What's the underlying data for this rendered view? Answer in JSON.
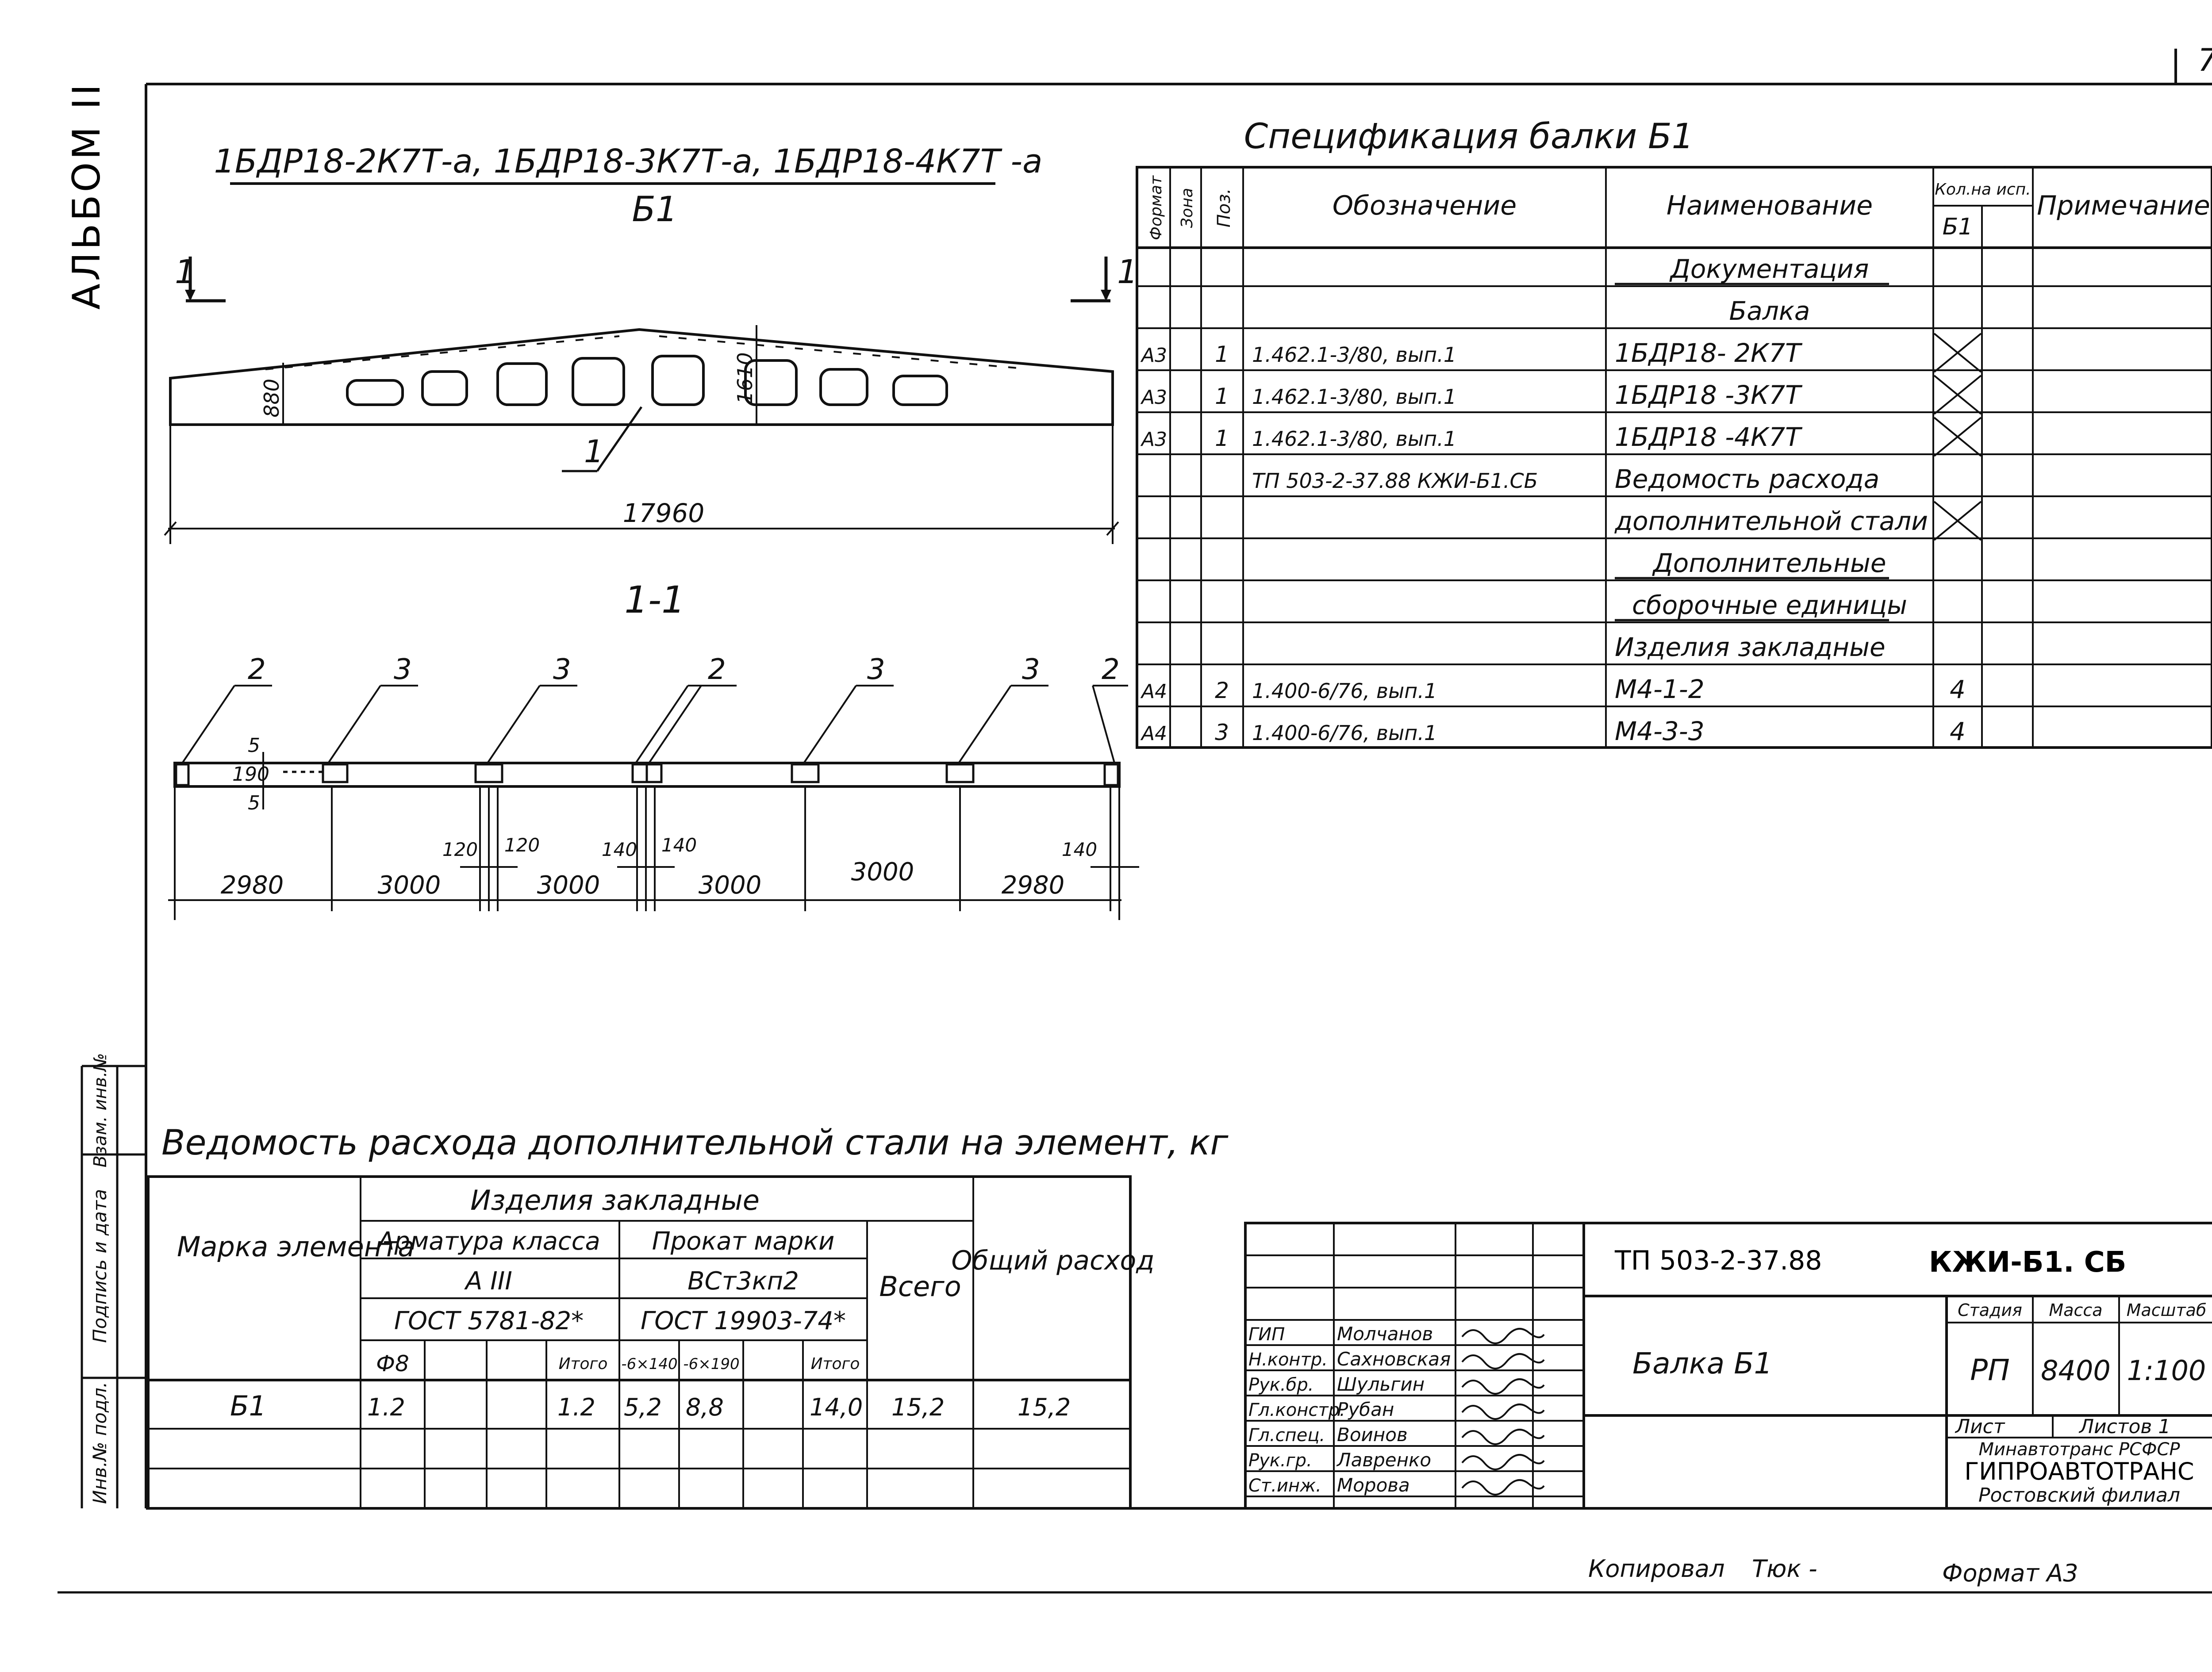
{
  "page_number": "7",
  "album": "АЛЬБОМ II",
  "header": {
    "marks": "1БДР18-2К7Т-а, 1БДР18-3К7Т-а, 1БДР18-4К7Т -а",
    "beam": "Б1"
  },
  "drawing": {
    "section_mark": "1",
    "section_title": "1-1",
    "total_length": "17960",
    "height_end": "880",
    "height_mid": "1610",
    "callout_1": "1",
    "pos_labels": [
      "2",
      "3",
      "3",
      "2",
      "3",
      "3",
      "2"
    ],
    "dim_190": "190",
    "dim_5a": "5",
    "dim_5b": "5",
    "spans": [
      "2980",
      "3000",
      "3000",
      "3000",
      "3000",
      "2980"
    ],
    "small_dims": [
      "120",
      "120",
      "140",
      "140",
      "140"
    ]
  },
  "spec": {
    "title": "Спецификация балки Б1",
    "columns": {
      "format": "Формат",
      "zone": "Зона",
      "pos": "Поз.",
      "designation": "Обозначение",
      "name": "Наименование",
      "qty": "Кол.на исп.",
      "qty_sub": "Б1",
      "note": "Примечание"
    },
    "rows": [
      {
        "format": "",
        "zone": "",
        "pos": "",
        "designation": "",
        "name": "Документация",
        "qty": "",
        "underline": true
      },
      {
        "format": "",
        "zone": "",
        "pos": "",
        "designation": "",
        "name": "Балка",
        "qty": "",
        "underline": false
      },
      {
        "format": "А3",
        "zone": "",
        "pos": "1",
        "designation": "1.462.1-3/80, вып.1",
        "name": "1БДР18- 2К7Т",
        "qty": "",
        "underline": false,
        "x": true
      },
      {
        "format": "А3",
        "zone": "",
        "pos": "1",
        "designation": "1.462.1-3/80, вып.1",
        "name": "1БДР18 -3К7Т",
        "qty": "",
        "underline": false,
        "x": true
      },
      {
        "format": "А3",
        "zone": "",
        "pos": "1",
        "designation": "1.462.1-3/80, вып.1",
        "name": "1БДР18 -4К7Т",
        "qty": "",
        "underline": false,
        "x": true
      },
      {
        "format": "",
        "zone": "",
        "pos": "",
        "designation": "ТП 503-2-37.88 КЖИ-Б1.СБ",
        "name": "Ведомость расхода",
        "qty": "",
        "underline": false
      },
      {
        "format": "",
        "zone": "",
        "pos": "",
        "designation": "",
        "name": "дополнительной стали",
        "qty": "",
        "underline": false,
        "x": true
      },
      {
        "format": "",
        "zone": "",
        "pos": "",
        "designation": "",
        "name": "Дополнительные",
        "qty": "",
        "underline": true
      },
      {
        "format": "",
        "zone": "",
        "pos": "",
        "designation": "",
        "name": "сборочные единицы",
        "qty": "",
        "underline": true
      },
      {
        "format": "",
        "zone": "",
        "pos": "",
        "designation": "",
        "name": "Изделия закладные",
        "qty": "",
        "underline": false
      },
      {
        "format": "А4",
        "zone": "",
        "pos": "2",
        "designation": "1.400-6/76, вып.1",
        "name": "М4-1-2",
        "qty": "4",
        "underline": false
      },
      {
        "format": "А4",
        "zone": "",
        "pos": "3",
        "designation": "1.400-6/76, вып.1",
        "name": "М4-3-3",
        "qty": "4",
        "underline": false
      }
    ]
  },
  "steel": {
    "title": "Ведомость расхода дополнительной стали на элемент, кг",
    "mark_col": "Марка элемента",
    "embedded": "Изделия закладные",
    "arm_class": "Арматура класса",
    "arm_grade": "А III",
    "arm_gost": "ГОСТ 5781-82*",
    "prokat": "Прокат марки",
    "prokat_grade": "ВСт3кп2",
    "prokat_gost": "ГОСТ 19903-74*",
    "total": "Всего",
    "overall": "Общий расход",
    "d8": "Ф8",
    "itogo1": "Итого",
    "p1": "-6×140",
    "p2": "-6×190",
    "itogo2": "Итого",
    "row": {
      "mark": "Б1",
      "d8": "1.2",
      "itogo1": "1.2",
      "p1": "5,2",
      "p2": "8,8",
      "itogo2": "14,0",
      "total": "15,2",
      "overall": "15,2"
    }
  },
  "side_stamp": [
    "Инв.№ подл.",
    "Подпись и дата",
    "Взам. инв.№"
  ],
  "title_block": {
    "doc_code": "ТП 503-2-37.88",
    "doc_mark": "КЖИ-Б1. СБ",
    "name": "Балка Б1",
    "stage_label": "Стадия",
    "mass_label": "Масса",
    "scale_label": "Масштаб",
    "stage": "РП",
    "mass": "8400",
    "scale": "1:100",
    "sheet_label": "Лист",
    "sheets_label": "Листов 1",
    "org1": "Минавтотранс РСФСР",
    "org2": "ГИПРОАВТОТРАНС",
    "org3": "Ростовский филиал",
    "people": [
      {
        "role": "ГИП",
        "name": "Молчанов"
      },
      {
        "role": "Н.контр.",
        "name": "Сахновская"
      },
      {
        "role": "Рук.бр.",
        "name": "Шульгин"
      },
      {
        "role": "Гл.констр.",
        "name": "Рубан"
      },
      {
        "role": "Гл.спец.",
        "name": "Воинов"
      },
      {
        "role": "Рук.гр.",
        "name": "Лавренко"
      },
      {
        "role": "Ст.инж.",
        "name": "Морова"
      }
    ]
  },
  "footer": {
    "copied": "Копировал",
    "format": "Формат А3"
  }
}
